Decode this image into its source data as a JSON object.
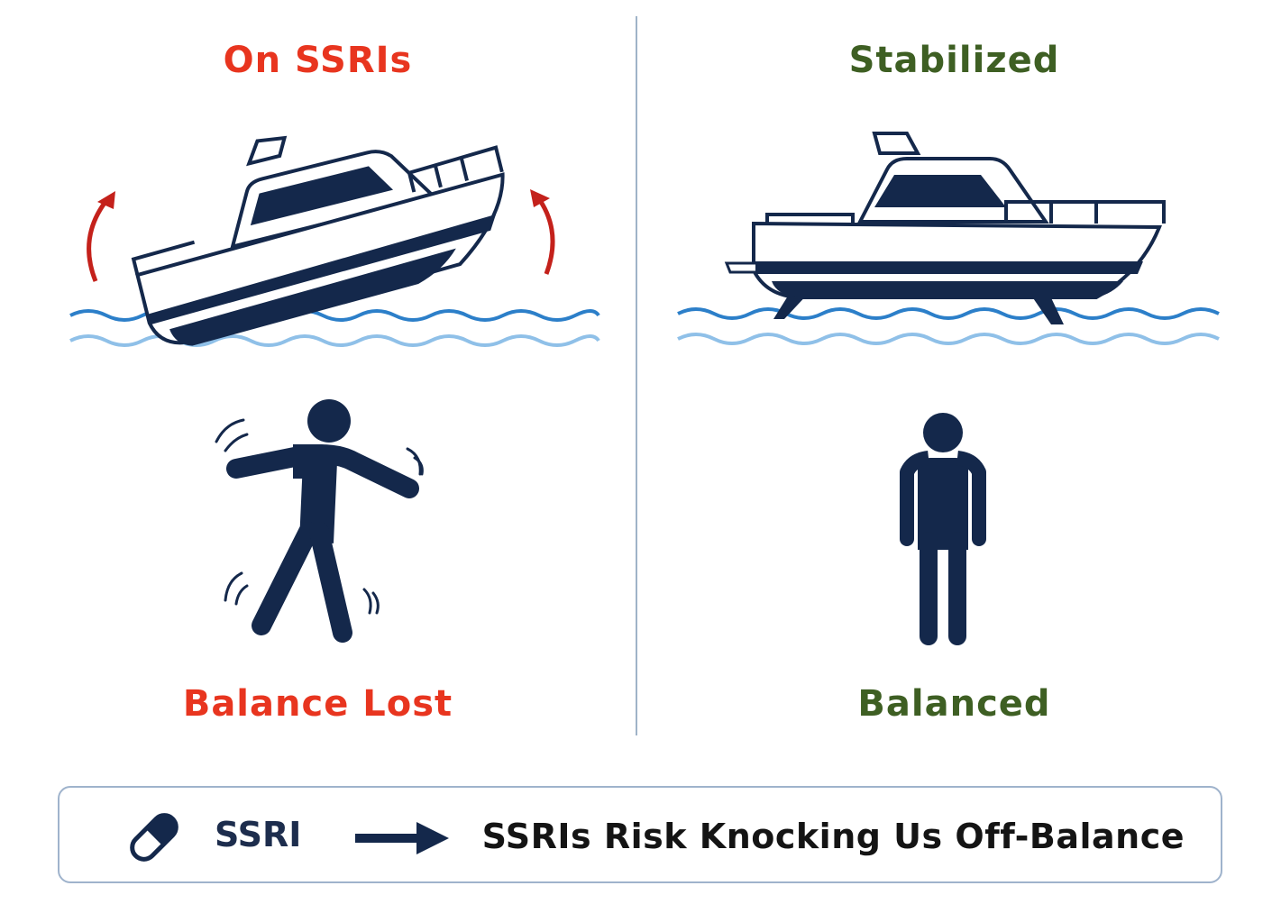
{
  "left_panel": {
    "title": "On SSRIs",
    "caption": "Balance Lost",
    "title_color": "#e8351f"
  },
  "right_panel": {
    "title": "Stabilized",
    "caption": "Balanced",
    "title_color": "#3e5f23"
  },
  "footer": {
    "icon": "capsule-icon",
    "label": "SSRI",
    "arrow_icon": "arrow-right-icon",
    "message": "SSRIs Risk Knocking Us Off-Balance"
  },
  "colors": {
    "navy": "#14284b",
    "water_dark": "#2c7fc9",
    "water_light": "#8fc0e8",
    "arrow_red": "#c4211b"
  }
}
